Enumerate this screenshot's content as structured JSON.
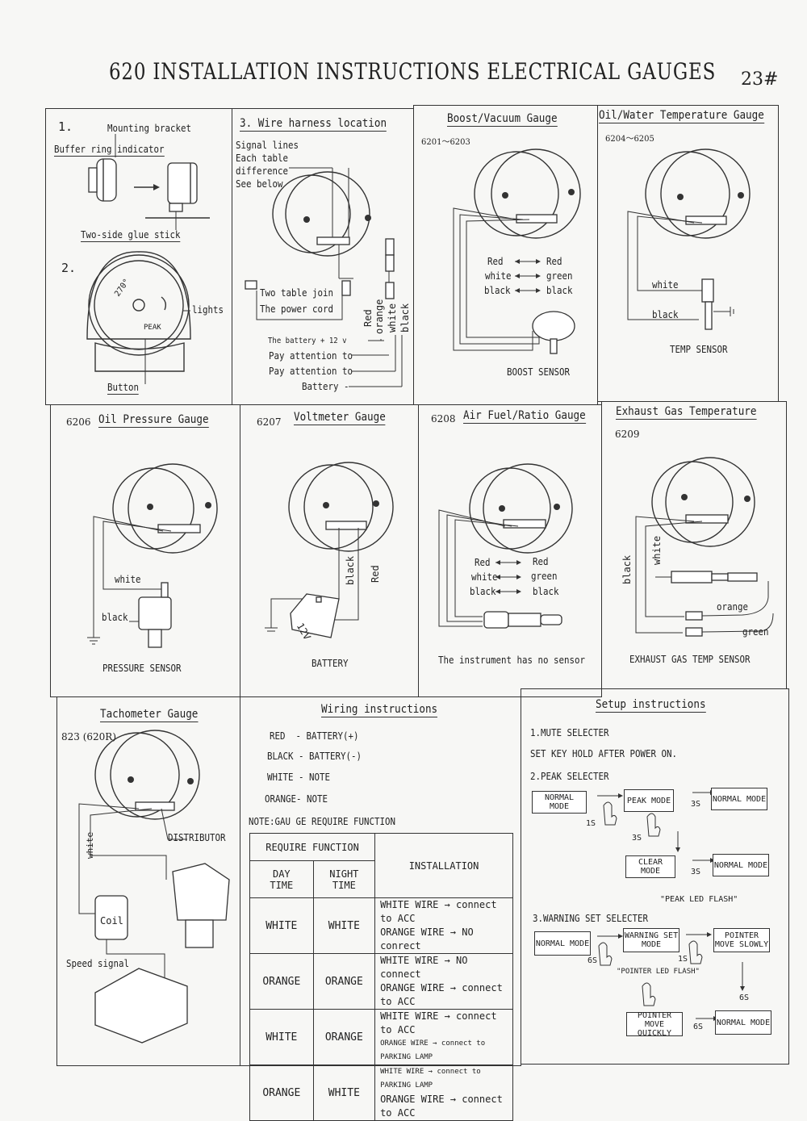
{
  "header": {
    "title": "620 INSTALLATION INSTRUCTIONS ELECTRICAL GAUGES",
    "page": "23#"
  },
  "panel1": {
    "step1": "1.",
    "mounting_bracket": "Mounting bracket",
    "buffer_ring": "Buffer ring indicator",
    "glue_stick": "Two-side glue stick",
    "step2": "2.",
    "angle": "270°",
    "peak": "PEAK",
    "lights": "lights",
    "button": "Button"
  },
  "panel3": {
    "title": "3. Wire harness location",
    "signal_lines": [
      "Signal lines",
      "Each table",
      "difference",
      "See below"
    ],
    "two_table": "Two table join",
    "power_cord": "The power cord",
    "battery": "The battery + 12 v",
    "pay1": "Pay attention to",
    "pay2": "Pay attention to",
    "battery_neg": "Battery -",
    "wires": [
      "Red",
      "orange",
      "white",
      "black"
    ]
  },
  "boost": {
    "title": "Boost/Vacuum Gauge",
    "model": "6201～6203",
    "left": [
      "Red",
      "white",
      "black"
    ],
    "right": [
      "Red",
      "green",
      "black"
    ],
    "sensor": "BOOST SENSOR"
  },
  "oilwater": {
    "title": "Oil/Water Temperature Gauge",
    "model": "6204～6205",
    "white": "white",
    "black": "black",
    "sensor": "TEMP SENSOR"
  },
  "oilpressure": {
    "model": "6206",
    "title": "Oil Pressure Gauge",
    "white": "white",
    "black": "black",
    "sensor": "PRESSURE SENSOR"
  },
  "voltmeter": {
    "model": "6207",
    "title": "Voltmeter Gauge",
    "black": "black",
    "red": "Red",
    "battery_label": "12V",
    "battery": "BATTERY"
  },
  "airfuel": {
    "model": "6208",
    "title": "Air Fuel/Ratio Gauge",
    "left": [
      "Red",
      "white",
      "black"
    ],
    "right": [
      "Red",
      "green",
      "black"
    ],
    "note": "The instrument has no sensor"
  },
  "egt": {
    "title": "Exhaust Gas Temperature",
    "model": "6209",
    "black": "black",
    "white": "white",
    "orange": "orange",
    "green": "green",
    "sensor": "EXHAUST GAS TEMP SENSOR"
  },
  "tacho": {
    "title": "Tachometer Gauge",
    "model": "823 (620R)",
    "white": "white",
    "distributor": "DISTRIBUTOR",
    "coil": "Coil",
    "speed": "Speed signal"
  },
  "wiring": {
    "title": "Wiring instructions",
    "lines": [
      "RED  - BATTERY(+)",
      "BLACK - BATTERY(-)",
      "WHITE - NOTE",
      "ORANGE- NOTE"
    ],
    "note": "NOTE:GAU GE REQUIRE FUNCTION",
    "table": {
      "require": "REQUIRE FUNCTION",
      "installation": "INSTALLATION",
      "day": "DAY TIME",
      "night": "NIGHT TIME",
      "rows": [
        {
          "day": "WHITE",
          "night": "WHITE",
          "l1": "WHITE WIRE → connect to ACC",
          "l2": "ORANGE WIRE → NO conrect"
        },
        {
          "day": "ORANGE",
          "night": "ORANGE",
          "l1": "WHITE WIRE → NO connect",
          "l2": "ORANGE WIRE → connect to ACC"
        },
        {
          "day": "WHITE",
          "night": "ORANGE",
          "l1": "WHITE WIRE → connect to ACC",
          "l2": "ORANGE WIRE → connect to PARKING LAMP"
        },
        {
          "day": "ORANGE",
          "night": "WHITE",
          "l1": "WHITE WIRE → connect to PARKING LAMP",
          "l2": "ORANGE WIRE → connect to ACC"
        }
      ]
    }
  },
  "setup": {
    "title": "Setup instructions",
    "mute": "1.MUTE SELECTER",
    "mute_desc": "SET KEY HOLD AFTER POWER ON.",
    "peak": "2.PEAK SELECTER",
    "warning": "3.WARNING SET SELECTER",
    "normal_mode": "NORMAL MODE",
    "peak_mode": "PEAK MODE",
    "clear_mode": "CLEAR MODE",
    "warning_set_mode": "WARNING SET MODE",
    "pointer_slowly": "POINTER MOVE SLOWLY",
    "pointer_quickly": "POINTER MOVE QUICKLY",
    "t1s": "1S",
    "t3s": "3S",
    "t6s": "6S",
    "peak_flash": "\"PEAK LED FLASH\"",
    "pointer_flash": "\"POINTER LED FLASH\""
  }
}
